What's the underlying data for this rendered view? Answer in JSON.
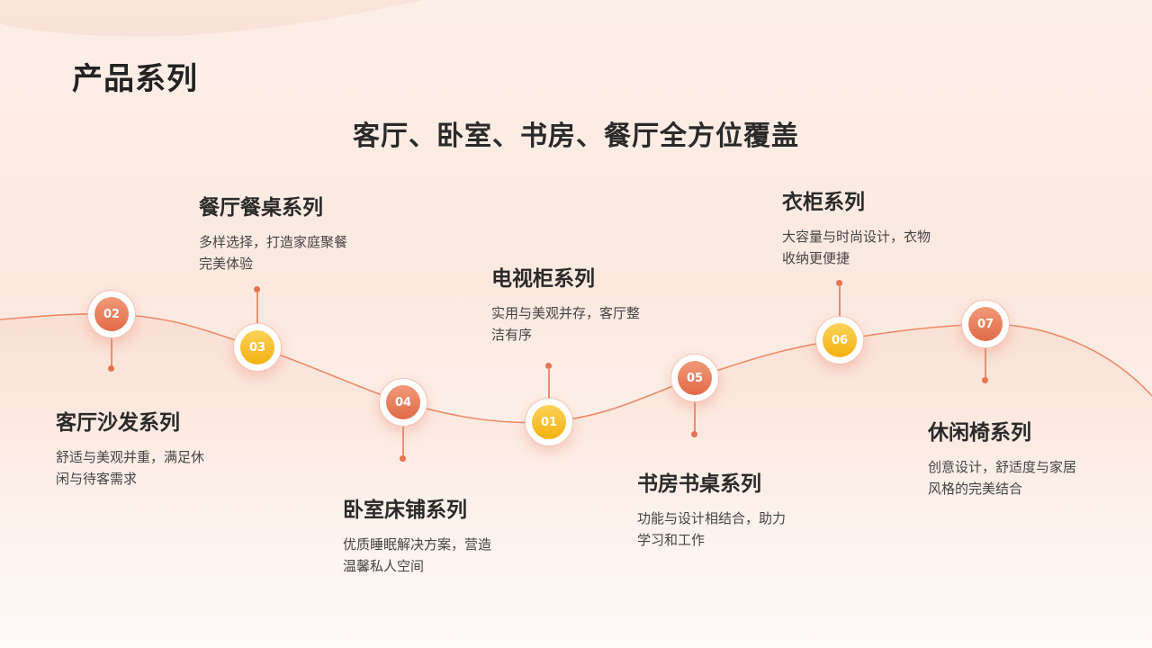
{
  "header": {
    "title": "产品系列",
    "subtitle": "客厅、卧室、书房、餐厅全方位覆盖"
  },
  "colors": {
    "accent_orange": "#e8704e",
    "accent_yellow": "#f5b51c",
    "curve": "#ee8a66"
  },
  "timeline": [
    {
      "num": "01",
      "title": "电视柜系列",
      "desc_line1": "实用与美观并存，客厅整",
      "desc_line2": "洁有序",
      "color": "yellow"
    },
    {
      "num": "02",
      "title": "客厅沙发系列",
      "desc_line1": "舒适与美观并重，满足休",
      "desc_line2": "闲与待客需求",
      "color": "orange"
    },
    {
      "num": "03",
      "title": "餐厅餐桌系列",
      "desc_line1": "多样选择，打造家庭聚餐",
      "desc_line2": "完美体验",
      "color": "yellow"
    },
    {
      "num": "04",
      "title": "卧室床铺系列",
      "desc_line1": "优质睡眠解决方案，营造",
      "desc_line2": "温馨私人空间",
      "color": "orange"
    },
    {
      "num": "05",
      "title": "书房书桌系列",
      "desc_line1": "功能与设计相结合，助力",
      "desc_line2": "学习和工作",
      "color": "orange"
    },
    {
      "num": "06",
      "title": "衣柜系列",
      "desc_line1": "大容量与时尚设计，衣物",
      "desc_line2": "收纳更便捷",
      "color": "yellow"
    },
    {
      "num": "07",
      "title": "休闲椅系列",
      "desc_line1": "创意设计，舒适度与家居",
      "desc_line2": "风格的完美结合",
      "color": "orange"
    }
  ]
}
